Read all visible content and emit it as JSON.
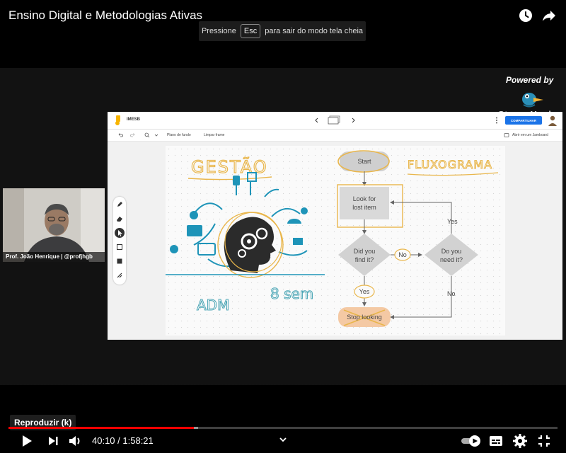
{
  "video": {
    "title": "Ensino Digital e Metodologias Ativas",
    "fullscreen_hint_prefix": "Pressione",
    "fullscreen_hint_key": "Esc",
    "fullscreen_hint_suffix": "para sair do modo tela cheia"
  },
  "overlay": {
    "powered_by": "Powered by",
    "brand": "StreamYard"
  },
  "presenter": {
    "label": "Prof. João Henrique | @profjhgb"
  },
  "jamboard": {
    "name": "IMESB",
    "toolbar": {
      "background_label": "Plano de fundo",
      "clear_label": "Limpar frame"
    },
    "share_label": "COMPARTILHAR",
    "open_label": "Abrir em um Jamboard",
    "canvas": {
      "heading_left": "GESTÃO",
      "heading_right": "FLUXOGRAMA",
      "note_adm": "ADM",
      "note_sem": "8 sem",
      "flow": {
        "start": "Start",
        "look_line1": "Look for",
        "look_line2": "lost item",
        "did_line1": "Did you",
        "did_line2": "find it?",
        "need_line1": "Do you",
        "need_line2": "need it?",
        "no_1": "No",
        "no_2": "No",
        "yes_1": "Yes",
        "yes_2": "Yes",
        "stop": "Stop looking"
      }
    }
  },
  "player": {
    "tooltip": "Reproduzir (k)",
    "current_time": "40:10",
    "separator": " / ",
    "duration": "1:58:21",
    "progress": 0.338,
    "buffered": 0.345,
    "colors": {
      "played": "#ff0000"
    }
  }
}
